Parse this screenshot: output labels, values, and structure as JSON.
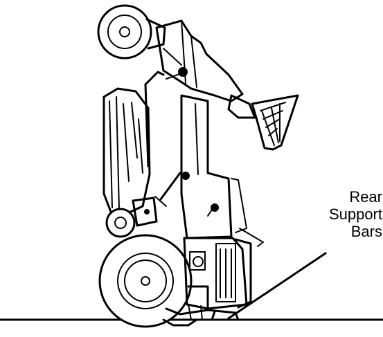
{
  "callout": {
    "lines": [
      "Rear",
      "Support",
      "Bars"
    ]
  },
  "colors": {
    "ink": "#000000",
    "paper": "#ffffff"
  },
  "icons": {
    "illustration": "upended-lawn-tractor-drawing"
  }
}
